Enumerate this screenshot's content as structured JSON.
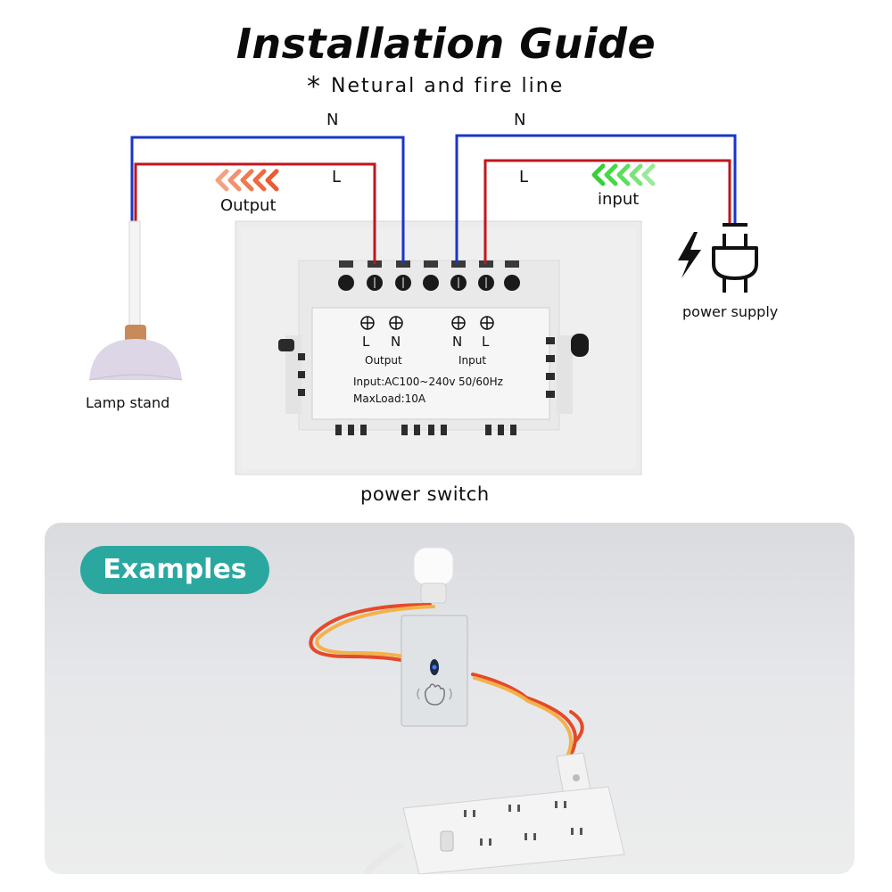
{
  "header": {
    "title": "Installation Guide",
    "note_symbol": "*",
    "note_text": "Netural and fire line"
  },
  "wiring": {
    "left": {
      "neutral_label": "N",
      "live_label": "L",
      "direction_label": "Output",
      "arrow_color": "#f07a50"
    },
    "right": {
      "neutral_label": "N",
      "live_label": "L",
      "direction_label": "input",
      "arrow_color": "#4cd94c"
    },
    "neutral_color": "#1a35c8",
    "live_color": "#c0161c"
  },
  "lamp": {
    "label": "Lamp stand"
  },
  "power": {
    "label": "power supply",
    "icon": "plug-icon",
    "bolt_icon": "lightning-icon"
  },
  "switch_panel": {
    "label": "power switch",
    "terminals": [
      "L",
      "N",
      "N",
      "L"
    ],
    "output_label": "Output",
    "input_label": "Input",
    "spec_input": "Input:AC100~240v",
    "spec_freq": "50/60Hz",
    "spec_load": "MaxLoad:10A"
  },
  "examples": {
    "badge": "Examples"
  },
  "colors": {
    "accent": "#2aa8a0",
    "neutral_wire": "#1a35c8",
    "live_wire": "#c0161c"
  }
}
